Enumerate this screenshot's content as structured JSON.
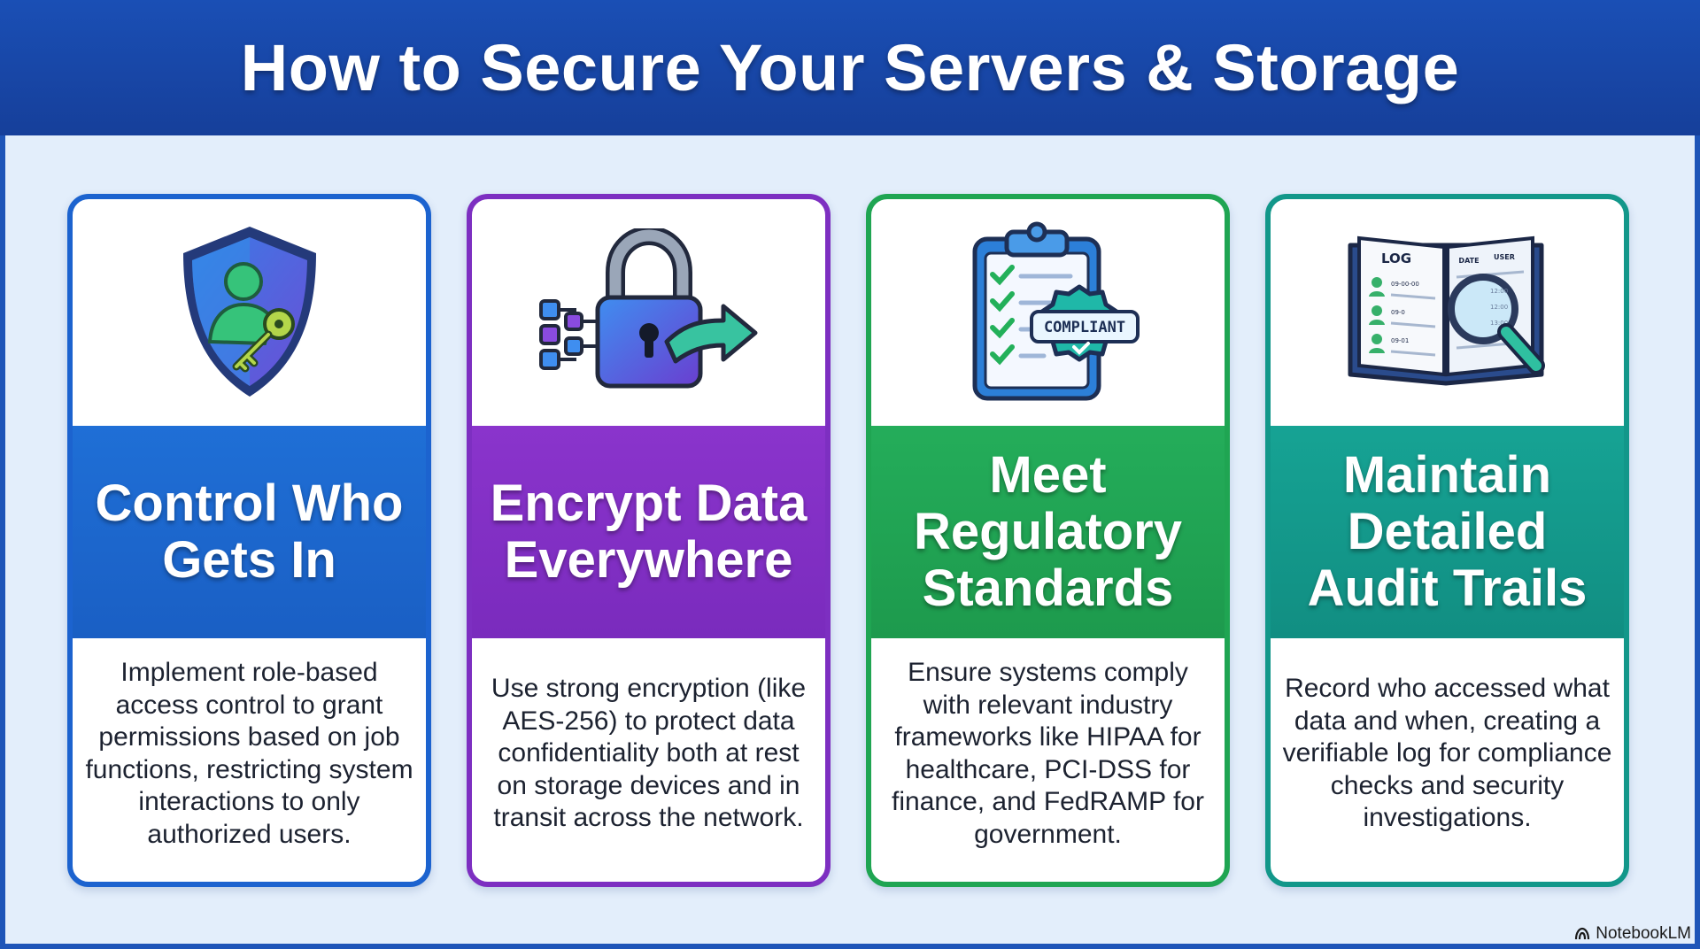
{
  "title": "How to Secure Your Servers & Storage",
  "cards": [
    {
      "title": "Control Who Gets In",
      "description": "Implement role-based access control to grant permissions based on job functions, restricting system interactions to only authorized users.",
      "icon": "shield-user-key-icon",
      "accent": "#1c63cf"
    },
    {
      "title": "Encrypt Data Everywhere",
      "description": "Use strong encryption (like AES-256) to protect data confidentiality both at rest on storage devices and in transit across the network.",
      "icon": "padlock-data-arrow-icon",
      "accent": "#7d2fc1"
    },
    {
      "title": "Meet Regulatory Standards",
      "description": "Ensure systems comply with relevant industry frameworks like HIPAA for healthcare, PCI-DSS for finance, and FedRAMP for government.",
      "icon": "clipboard-compliant-icon",
      "accent": "#1fa552",
      "badge": "COMPLIANT"
    },
    {
      "title": "Maintain Detailed Audit Trails",
      "description": "Record who accessed what data and when, creating a verifiable log for compliance checks and security investigations.",
      "icon": "log-book-magnifier-icon",
      "accent": "#12978a",
      "log_labels": {
        "log": "LOG",
        "date": "DATE",
        "user": "USER",
        "dates": [
          "09-00-00",
          "09-0",
          "09-01"
        ],
        "times": [
          "12:00",
          "12:00",
          "13:00"
        ]
      }
    }
  ],
  "brand": "NotebookLM"
}
